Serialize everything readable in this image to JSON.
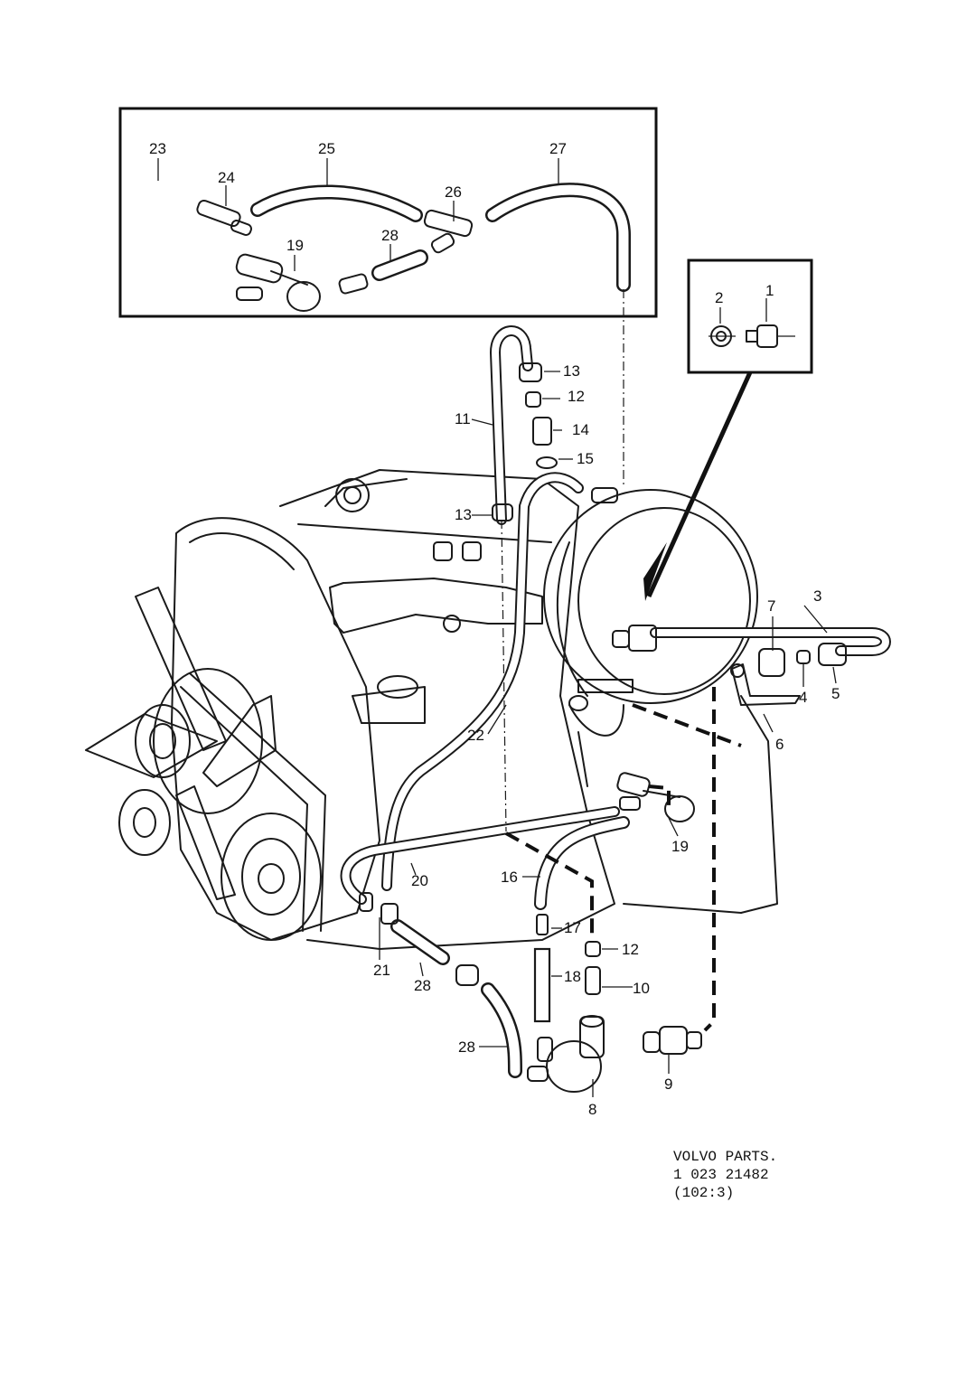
{
  "diagram": {
    "callouts": {
      "c1": "1",
      "c2": "2",
      "c3": "3",
      "c4": "4",
      "c5": "5",
      "c6": "6",
      "c7": "7",
      "c8": "8",
      "c9": "9",
      "c10": "10",
      "c11": "11",
      "c12a": "12",
      "c12b": "12",
      "c13a": "13",
      "c13b": "13",
      "c14": "14",
      "c15": "15",
      "c16": "16",
      "c17": "17",
      "c18": "18",
      "c19a": "19",
      "c19b": "19",
      "c20": "20",
      "c21": "21",
      "c22": "22",
      "c23": "23",
      "c24": "24",
      "c25": "25",
      "c26": "26",
      "c27": "27",
      "c28a": "28",
      "c28b": "28",
      "c28c": "28"
    },
    "footer": {
      "line1": "VOLVO  PARTS.",
      "line2": "1  023  21482",
      "line3": "(102:3)"
    }
  }
}
